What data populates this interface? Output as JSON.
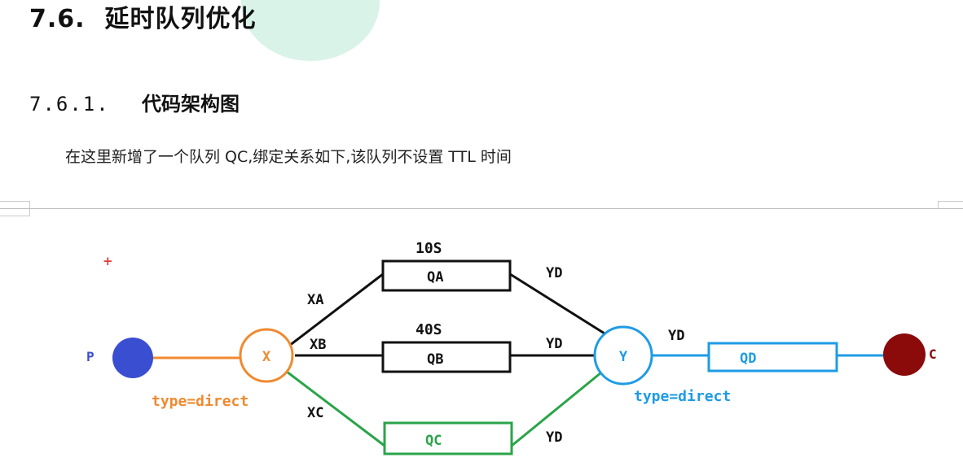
{
  "heading": {
    "number": "7.6.",
    "text": "延时队列优化"
  },
  "subheading": {
    "number": "7.6.1.",
    "text": "代码架构图"
  },
  "paragraph": "在这里新增了一个队列 QC,绑定关系如下,该队列不设置 TTL 时间",
  "diagram": {
    "producer": "P",
    "consumer": "C",
    "exchange_x": {
      "label": "X",
      "type": "type=direct"
    },
    "exchange_y": {
      "label": "Y",
      "type": "type=direct"
    },
    "queues": {
      "qa": {
        "label": "QA",
        "ttl": "10S",
        "binding": "XA",
        "dead_letter": "YD"
      },
      "qb": {
        "label": "QB",
        "ttl": "40S",
        "binding": "XB",
        "dead_letter": "YD"
      },
      "qc": {
        "label": "QC",
        "binding": "XC",
        "dead_letter": "YD"
      },
      "qd": {
        "label": "QD",
        "binding": "YD"
      }
    },
    "colors": {
      "producer": "#3a4ed1",
      "consumer": "#8b0b0b",
      "exchange_x": "#f08a30",
      "exchange_y": "#1e9be6",
      "qc_line": "#2aa44a",
      "black": "#111111"
    }
  }
}
